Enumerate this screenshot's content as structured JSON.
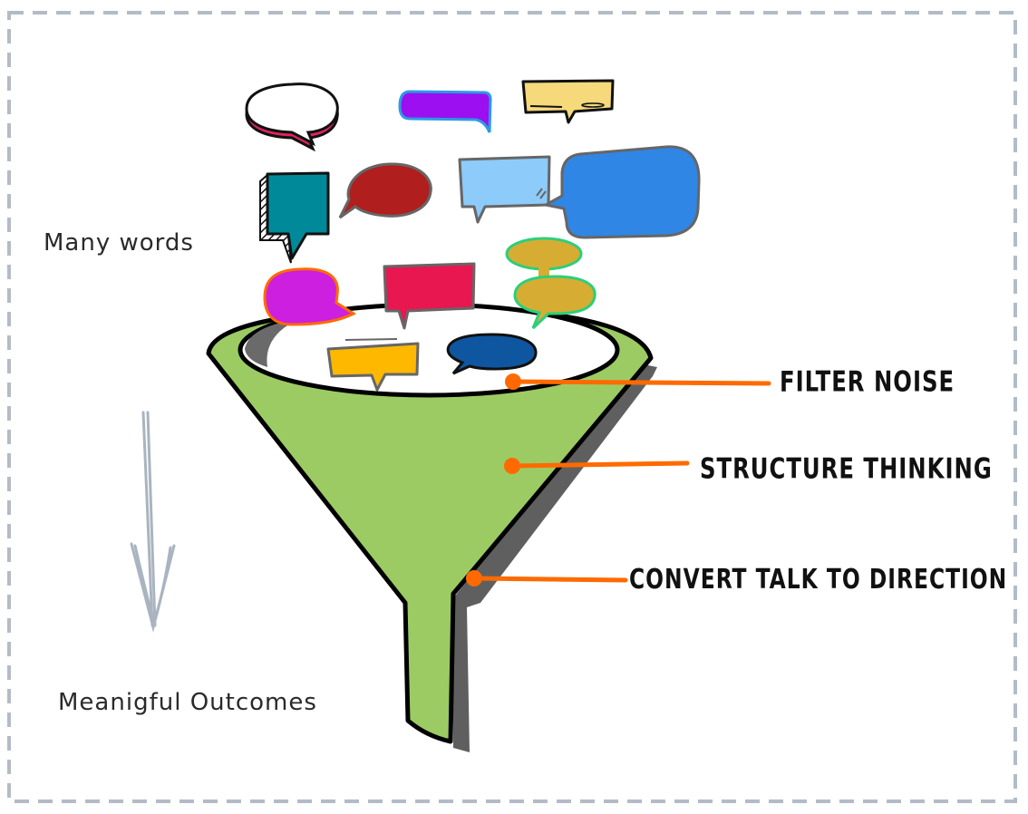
{
  "diagram": {
    "left_labels": {
      "top": "Many words",
      "bottom": "Meanigful Outcomes"
    },
    "callouts": [
      {
        "label": "FILTER NOISE"
      },
      {
        "label": "STRUCTURE THINKING"
      },
      {
        "label": "CONVERT TALK TO DIRECTION"
      }
    ],
    "speech_bubbles": [
      {
        "name": "white-oval",
        "fill": "#ffffff",
        "stroke": "#111111",
        "accent": "#e0245e"
      },
      {
        "name": "purple-rounded",
        "fill": "#9b0ff0",
        "stroke": "#2b9be6"
      },
      {
        "name": "yellow-rect",
        "fill": "#f5d97a",
        "stroke": "#111111"
      },
      {
        "name": "teal-square",
        "fill": "#008a99",
        "stroke": "#111111"
      },
      {
        "name": "red-oval",
        "fill": "#b01e1e",
        "stroke": "#666666"
      },
      {
        "name": "light-blue-rect",
        "fill": "#8ccbfa",
        "stroke": "#666666"
      },
      {
        "name": "blue-large",
        "fill": "#2f86e4",
        "stroke": "#666666"
      },
      {
        "name": "magenta-round",
        "fill": "#cc1fe0",
        "stroke": "#ff6a00"
      },
      {
        "name": "crimson-rect",
        "fill": "#e8174f",
        "stroke": "#666666"
      },
      {
        "name": "gold-double",
        "fill": "#d6ad32",
        "stroke": "#2ccf7a"
      },
      {
        "name": "amber-rect",
        "fill": "#ffb800",
        "stroke": "#666666"
      },
      {
        "name": "navy-oval",
        "fill": "#0f56a0",
        "stroke": "#111111"
      }
    ],
    "colors": {
      "funnel_fill": "#9ccb64",
      "funnel_outline": "#000000",
      "funnel_shadow": "#5f5f5f",
      "callout_line": "#ff6a00",
      "arrow": "#aab4c0",
      "border": "#b3bcc6"
    }
  }
}
